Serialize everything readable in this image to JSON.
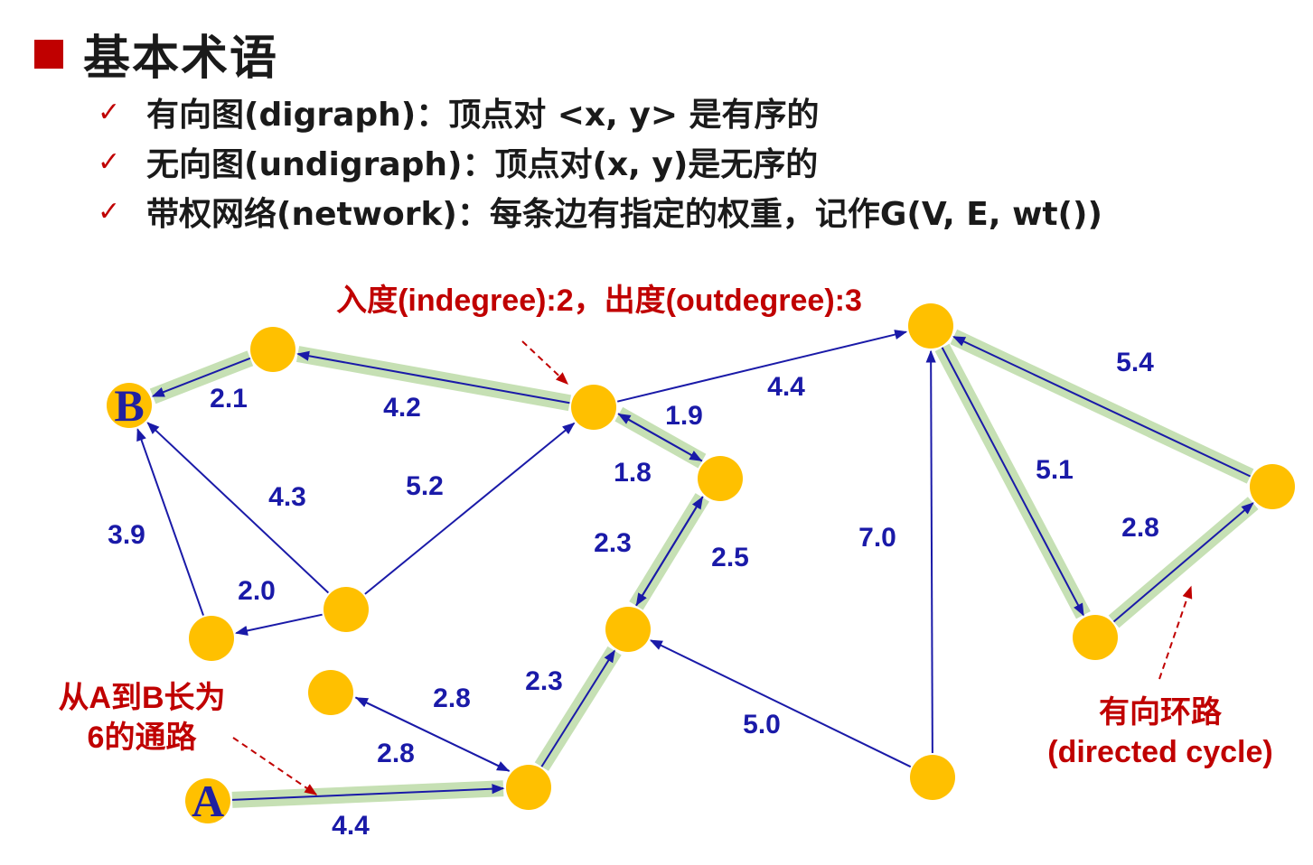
{
  "title": "基本术语",
  "terms": [
    {
      "text": "有向图(digraph)：顶点对 <x, y> 是有序的"
    },
    {
      "text": "无向图(undigraph)：顶点对(x, y)是无序的"
    },
    {
      "text": "带权网络(network)：每条边有指定的权重，记作G(V, E, wt())"
    }
  ],
  "colors": {
    "accent": "#c00000",
    "edge": "#1a1aa8",
    "node": "#ffc000",
    "highlight": "#c6e0b4",
    "node_label": "#2020a0"
  },
  "graph": {
    "nodes": [
      {
        "id": "B",
        "label": "B"
      },
      {
        "id": "A",
        "label": "A"
      },
      {
        "id": "n1",
        "label": ""
      },
      {
        "id": "n2",
        "label": ""
      },
      {
        "id": "n3",
        "label": ""
      },
      {
        "id": "n4",
        "label": ""
      },
      {
        "id": "n5",
        "label": ""
      },
      {
        "id": "n6",
        "label": ""
      },
      {
        "id": "n7",
        "label": ""
      },
      {
        "id": "n8",
        "label": ""
      },
      {
        "id": "n9",
        "label": ""
      },
      {
        "id": "n10",
        "label": ""
      },
      {
        "id": "n11",
        "label": ""
      },
      {
        "id": "n12",
        "label": ""
      }
    ],
    "edges": [
      {
        "from": "n1",
        "to": "B",
        "weight": "2.1",
        "highlight": true
      },
      {
        "from": "n2",
        "to": "n1",
        "weight": "4.2",
        "highlight": true
      },
      {
        "from": "n2",
        "to": "n3",
        "weight": "4.4",
        "highlight": false
      },
      {
        "from": "n2",
        "to": "n4",
        "weight": "1.9",
        "highlight": false
      },
      {
        "from": "n4",
        "to": "n2",
        "weight": "1.8",
        "highlight": true
      },
      {
        "from": "n5",
        "to": "B",
        "weight": "4.3",
        "highlight": false
      },
      {
        "from": "n5",
        "to": "n2",
        "weight": "5.2",
        "highlight": false
      },
      {
        "from": "n6",
        "to": "B",
        "weight": "3.9",
        "highlight": false
      },
      {
        "from": "n5",
        "to": "n6",
        "weight": "2.0",
        "highlight": false
      },
      {
        "from": "n7",
        "to": "n4",
        "weight": "2.3",
        "highlight": true
      },
      {
        "from": "n4",
        "to": "n7",
        "weight": "2.5",
        "highlight": false
      },
      {
        "from": "n9",
        "to": "n7",
        "weight": "2.3",
        "highlight": true
      },
      {
        "from": "n8",
        "to": "n9",
        "weight": "2.8",
        "highlight": false
      },
      {
        "from": "n9",
        "to": "n8",
        "weight": "2.8",
        "highlight": false
      },
      {
        "from": "A",
        "to": "n9",
        "weight": "4.4",
        "highlight": true
      },
      {
        "from": "n10",
        "to": "n7",
        "weight": "5.0",
        "highlight": false
      },
      {
        "from": "n10",
        "to": "n3",
        "weight": "7.0",
        "highlight": false
      },
      {
        "from": "n3",
        "to": "n12",
        "weight": "5.1",
        "highlight": true
      },
      {
        "from": "n11",
        "to": "n3",
        "weight": "5.4",
        "highlight": true
      },
      {
        "from": "n12",
        "to": "n11",
        "weight": "2.8",
        "highlight": true
      }
    ],
    "annotations": [
      {
        "id": "degree",
        "lines": [
          "入度(indegree):2，出度(outdegree):3"
        ]
      },
      {
        "id": "path",
        "lines": [
          "从A到B长为",
          "6的通路"
        ]
      },
      {
        "id": "cycle",
        "lines": [
          "有向环路",
          "(directed cycle)"
        ]
      }
    ]
  }
}
